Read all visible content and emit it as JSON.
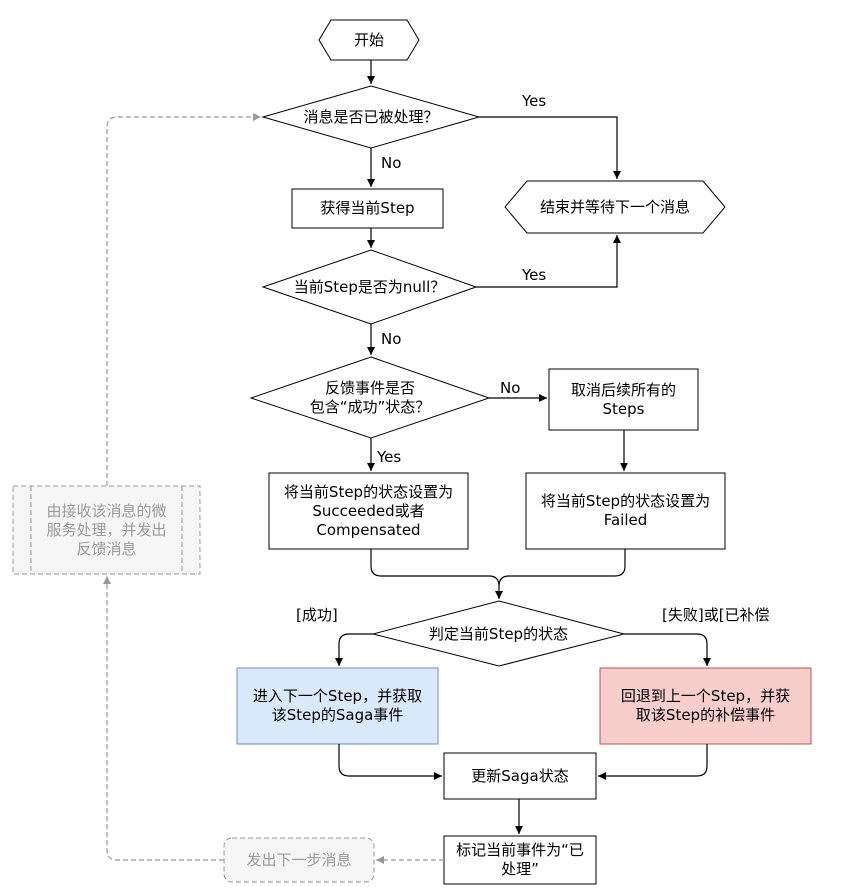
{
  "nodes": {
    "start": "开始",
    "check_processed": "消息是否已被处理？",
    "end_wait": "结束并等待下一个消息",
    "get_step": "获得当前Step",
    "check_null": "当前Step是否为null？",
    "check_success": "反馈事件是否\n包含“成功”状态？",
    "cancel_steps": "取消后续所有的\nSteps",
    "set_succeeded": "将当前Step的状态设置为\nSucceeded或者\nCompensated",
    "set_failed": "将当前Step的状态设置为\nFailed",
    "judge_state": "判定当前Step的状态",
    "next_step": "进入下一个Step，并获取\n该Step的Saga事件",
    "rollback": "回退到上一个Step，并获\n取该Step的补偿事件",
    "update_saga": "更新Saga状态",
    "mark_processed": "标记当前事件为“已\n处理”",
    "send_next": "发出下一步消息",
    "feedback_service": "由接收该消息的微\n服务处理，并发出\n反馈消息"
  },
  "edges": {
    "processed_yes": "Yes",
    "processed_no": "No",
    "null_yes": "Yes",
    "null_no": "No",
    "success_no": "No",
    "success_yes": "Yes",
    "judge_success": "[成功]",
    "judge_fail": "[失败]或[已补偿"
  },
  "colors": {
    "line": "#000000",
    "dashed": "#999999",
    "next_step_fill": "#dae8fc",
    "next_step_stroke": "#6c8ebf",
    "rollback_fill": "#f8cecc",
    "rollback_stroke": "#b85450",
    "grey_fill": "#f5f5f5",
    "grey_stroke": "#999999"
  }
}
